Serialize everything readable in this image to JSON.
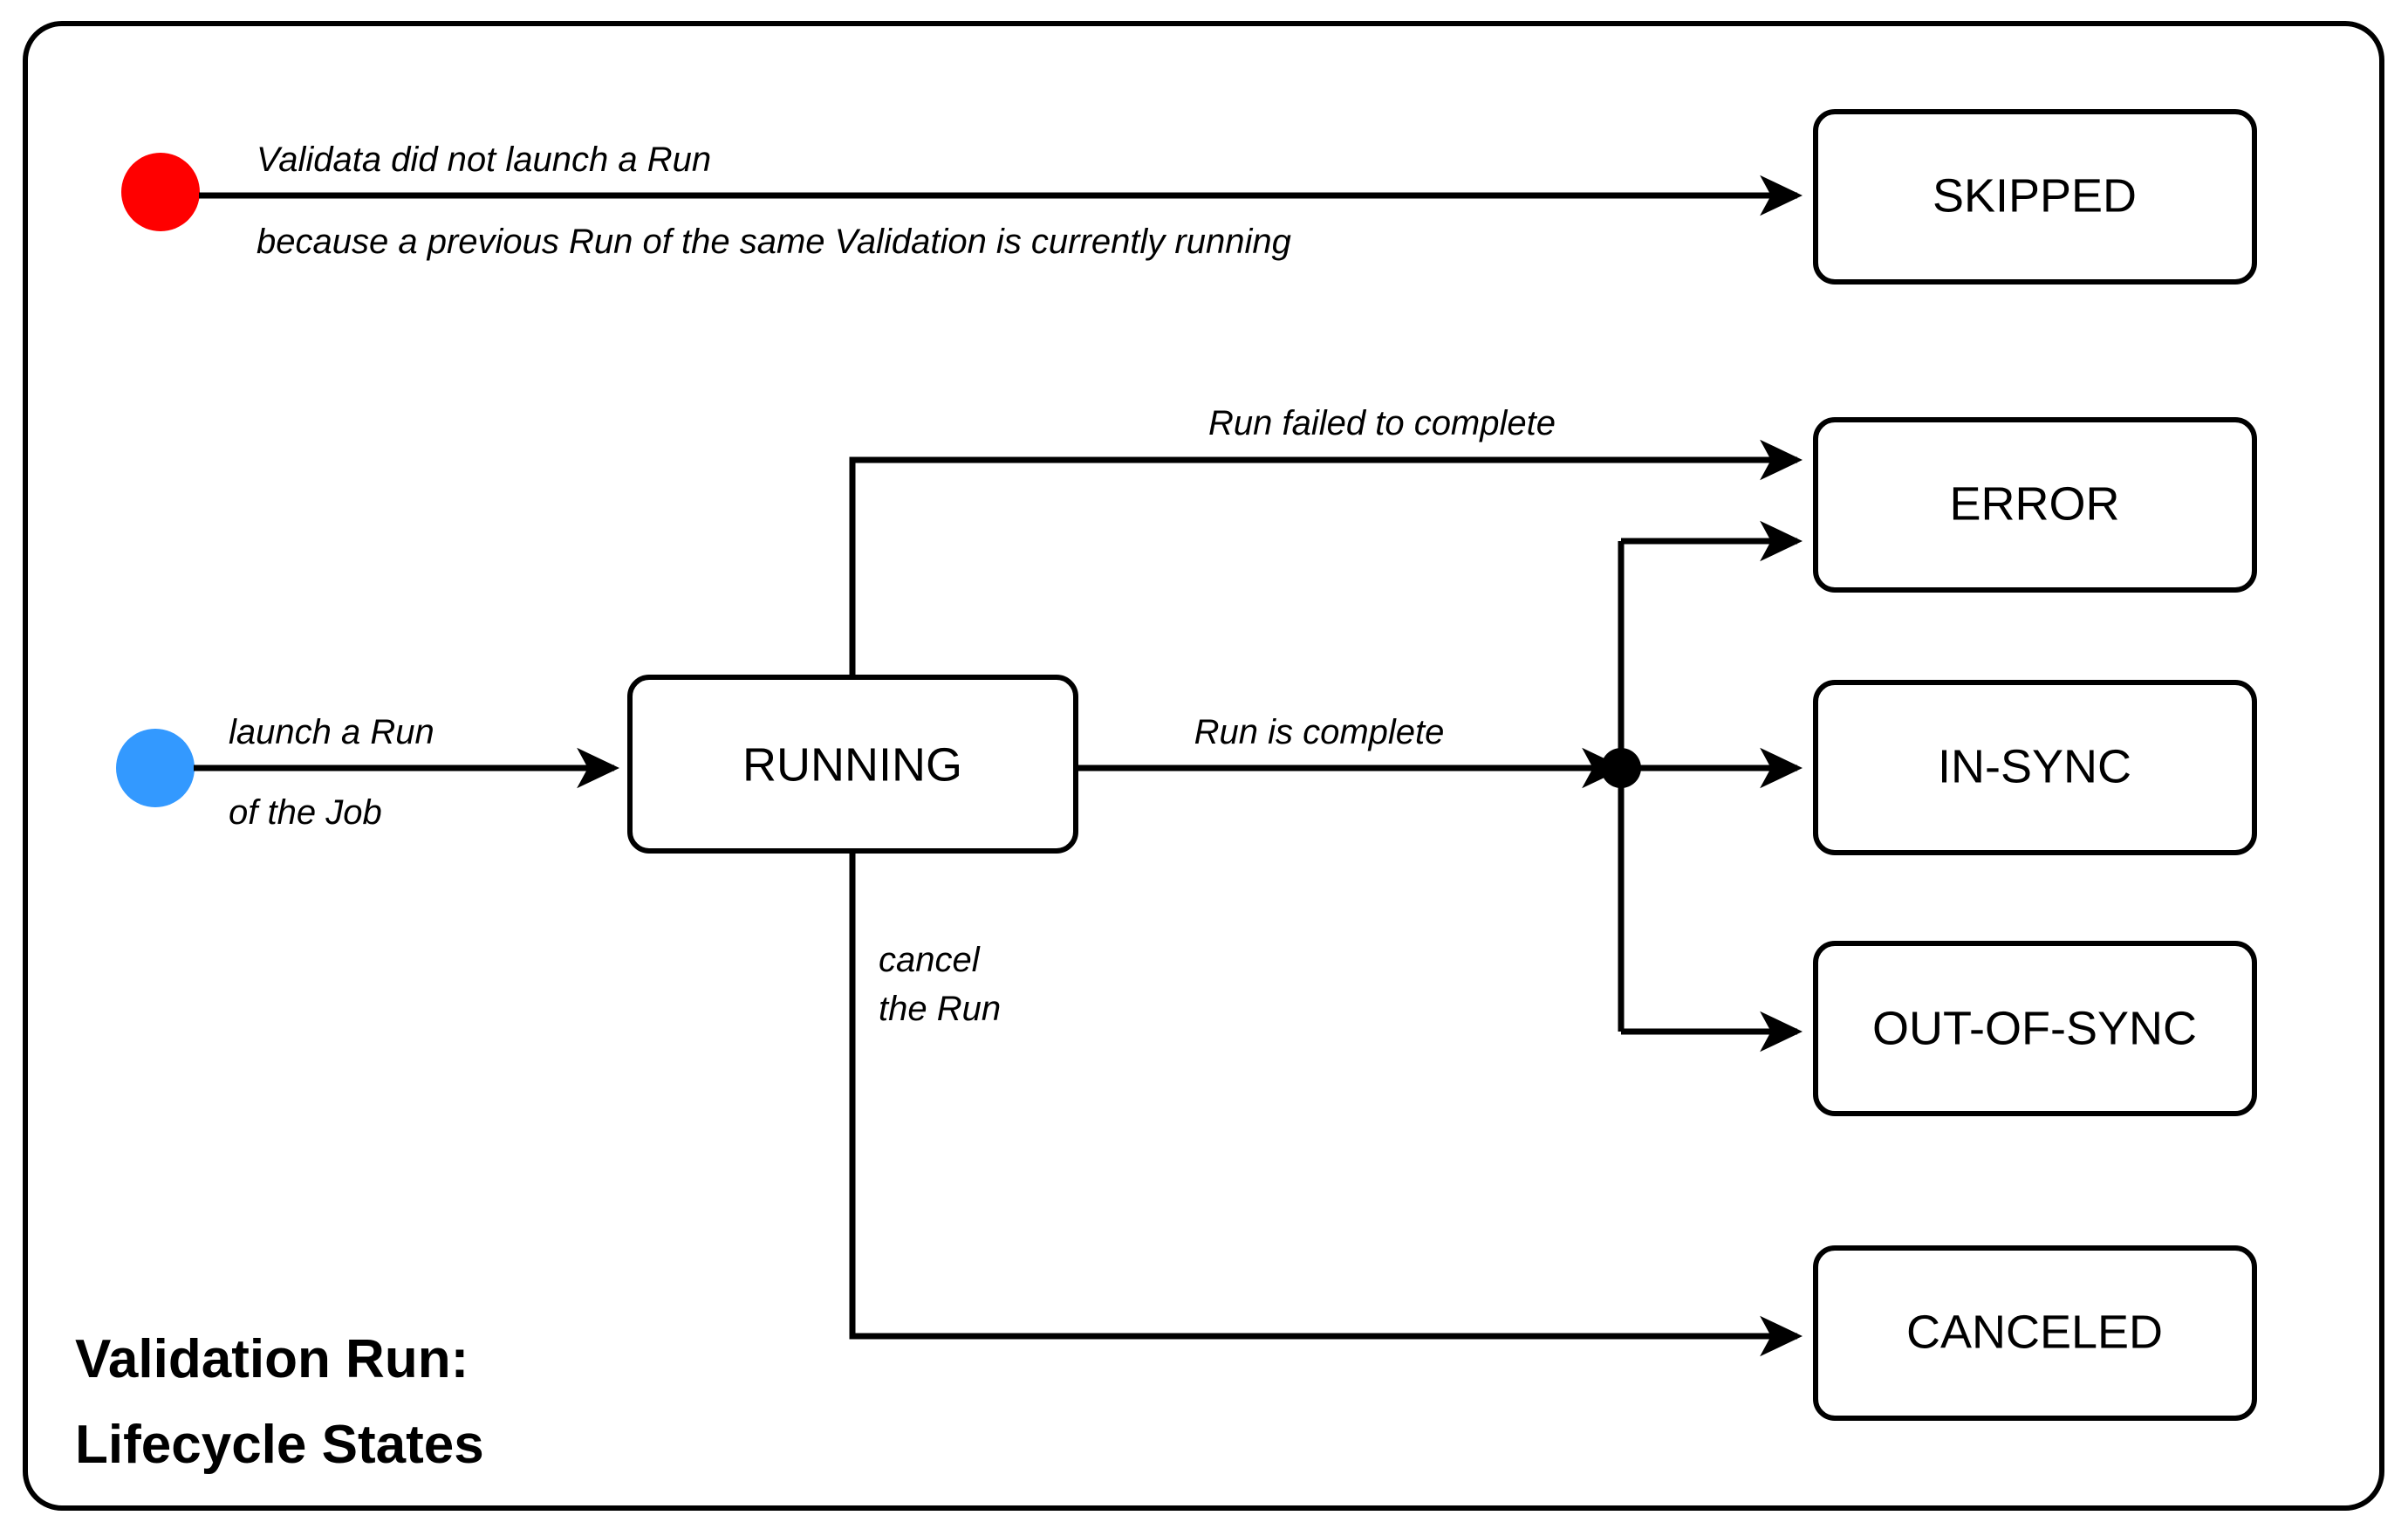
{
  "diagram": {
    "title_line1": "Validation Run:",
    "title_line2": "Lifecycle States",
    "frame": {
      "stroke": "#000000",
      "fill": "#ffffff"
    },
    "start_nodes": [
      {
        "id": "skipped-start",
        "color": "#FF0000",
        "name": "red-start-node"
      },
      {
        "id": "running-start",
        "color": "#3399FF",
        "name": "blue-start-node"
      }
    ],
    "states": [
      {
        "id": "skipped",
        "label": "SKIPPED"
      },
      {
        "id": "error",
        "label": "ERROR"
      },
      {
        "id": "running",
        "label": "RUNNING"
      },
      {
        "id": "in-sync",
        "label": "IN-SYNC"
      },
      {
        "id": "out-of-sync",
        "label": "OUT-OF-SYNC"
      },
      {
        "id": "canceled",
        "label": "CANCELED"
      }
    ],
    "transitions": [
      {
        "id": "to-skipped",
        "from": "red-start-node",
        "to": "SKIPPED",
        "label_line1": "Validata did not launch a Run",
        "label_line2": "because a previous Run of the same Validation is currently running"
      },
      {
        "id": "to-running",
        "from": "blue-start-node",
        "to": "RUNNING",
        "label_line1": "launch a Run",
        "label_line2": "of the Job"
      },
      {
        "id": "running-to-error",
        "from": "RUNNING",
        "to": "ERROR",
        "label_line1": "Run failed to complete"
      },
      {
        "id": "running-to-junction",
        "from": "RUNNING",
        "to": "junction",
        "label_line1": "Run is complete"
      },
      {
        "id": "running-to-canceled",
        "from": "RUNNING",
        "to": "CANCELED",
        "label_line1": "cancel",
        "label_line2": "the Run"
      },
      {
        "id": "junction-to-error",
        "from": "junction",
        "to": "ERROR"
      },
      {
        "id": "junction-to-in-sync",
        "from": "junction",
        "to": "IN-SYNC"
      },
      {
        "id": "junction-to-out-of-sync",
        "from": "junction",
        "to": "OUT-OF-SYNC"
      }
    ]
  }
}
